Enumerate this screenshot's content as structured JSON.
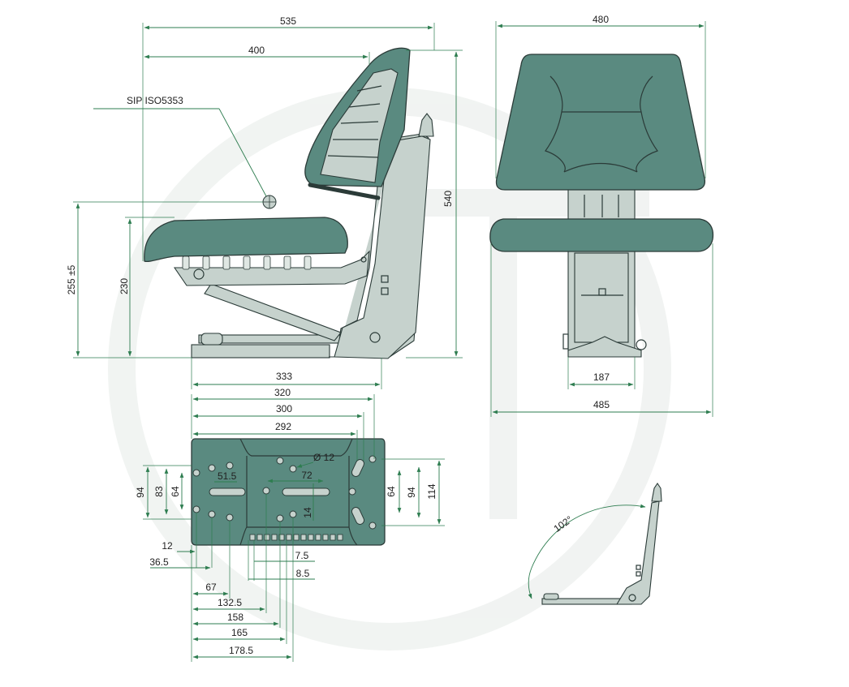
{
  "colors": {
    "seat": "#5a8a80",
    "frame": "#c6d2cd",
    "dimension": "#2e7d50",
    "outline": "#2b3b38"
  },
  "side_view": {
    "dims": {
      "overall_width": "535",
      "back_width": "400",
      "height": "540",
      "sip_height": "255 ±5",
      "seat_height": "230",
      "base_length": "333"
    },
    "sip_label": "SIP ISO5353"
  },
  "front_view": {
    "top_width": "480",
    "rail_width": "187",
    "bottom_width": "485"
  },
  "base_plate": {
    "top_dims": [
      "320",
      "300",
      "292"
    ],
    "hole_label": "Ø 12",
    "inner": [
      "51.5",
      "72",
      "14"
    ],
    "left_vertical": [
      "94",
      "83",
      "64"
    ],
    "right_vertical": [
      "64",
      "94",
      "114"
    ],
    "bottom_small": [
      "12",
      "36.5",
      "7.5",
      "8.5"
    ],
    "bottom_stack": [
      "67",
      "132.5",
      "158",
      "165",
      "178.5"
    ]
  },
  "fold_view": {
    "angle": "102°"
  }
}
